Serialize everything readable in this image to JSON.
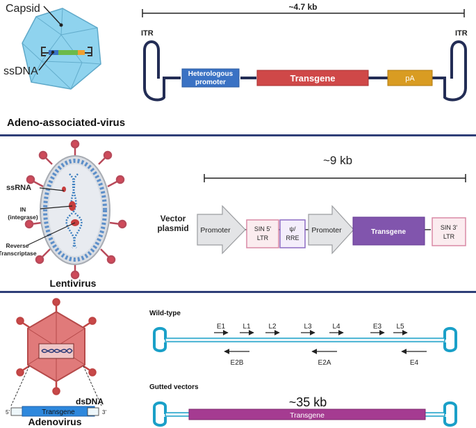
{
  "aav": {
    "capsid_label": "Capsid",
    "ssdna_label": "ssDNA",
    "size": "~4.7 kb",
    "itr_left": "ITR",
    "itr_right": "ITR",
    "promoter_line1": "Heterologous",
    "promoter_line2": "promoter",
    "transgene": "Transgene",
    "pa": "pA",
    "title": "Adeno-associated-virus",
    "colors": {
      "capsid": "#8fd3ee",
      "promoter": "#3a72c4",
      "transgene": "#cf4848",
      "pa": "#d99c22",
      "backbone": "#232d55"
    }
  },
  "lenti": {
    "ssrna_label": "ssRNA",
    "in_line1": "IN",
    "in_line2": "(integrase)",
    "rt_line1": "Reverse",
    "rt_line2": "Transcriptase",
    "title": "Lentivirus",
    "size": "~9 kb",
    "vector_line1": "Vector",
    "vector_line2": "plasmid",
    "promoter1": "Promoter",
    "sin5_line1": "SIN 5'",
    "sin5_line2": "LTR",
    "psi_line1": "ψ/",
    "psi_line2": "RRE",
    "promoter2": "Promoter",
    "transgene": "Transgene",
    "sin3_line1": "SIN 3'",
    "sin3_line2": "LTR",
    "colors": {
      "transgene": "#8155ad",
      "ltr_border": "#d98aa6",
      "psi_border": "#8d6cc3"
    }
  },
  "adeno": {
    "title": "Adenovirus",
    "dsdna_label": "dsDNA",
    "prime5": "5'",
    "prime3": "3'",
    "inner_transgene": "Transgene",
    "wildtype_title": "Wild-type",
    "forward_genes": [
      "E1",
      "L1",
      "L2",
      "L3",
      "L4",
      "E3",
      "L5"
    ],
    "reverse_genes": [
      "E2B",
      "E2A",
      "E4"
    ],
    "gutted_title": "Gutted vectors",
    "size": "~35 kb",
    "transgene": "Transgene",
    "colors": {
      "dna": "#1aa0c8",
      "transgene": "#a53b91",
      "capsid": "#e07a7a"
    }
  }
}
